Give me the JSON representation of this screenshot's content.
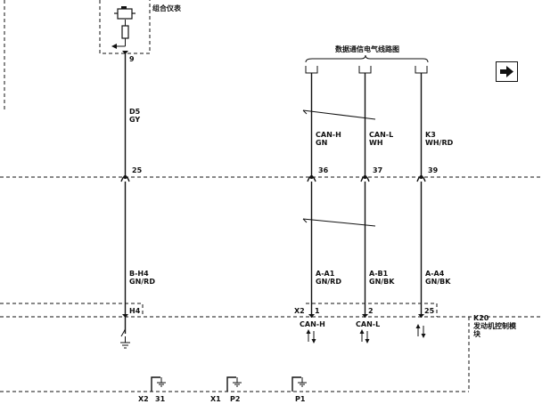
{
  "top_module": {
    "label_top": "",
    "label": "组合仪表",
    "pin": "9"
  },
  "bus_title": "数据通信电气线路图",
  "wires": {
    "d5": {
      "code": "D5",
      "color": "GY"
    },
    "bh4": {
      "code": "B-H4",
      "color": "GN/RD"
    },
    "canh_top": {
      "code": "CAN-H",
      "color": "GN"
    },
    "canl_top": {
      "code": "CAN-L",
      "color": "WH"
    },
    "k3_top": {
      "code": "K3",
      "color": "WH/RD"
    },
    "a1": {
      "code": "A-A1",
      "color": "GN/RD"
    },
    "b1": {
      "code": "A-B1",
      "color": "GN/BK"
    },
    "a4": {
      "code": "A-A4",
      "color": "GN/BK"
    }
  },
  "splices": {
    "s25": "25",
    "s36": "36",
    "s37": "37",
    "s39": "39"
  },
  "bottom_connector": {
    "h4": "H4",
    "x2": "X2",
    "p1": "1",
    "p2": "2",
    "p25": "25",
    "canh": "CAN-H",
    "canl": "CAN-L"
  },
  "ecm": {
    "id": "K20",
    "name_line1": "发动机控制模",
    "name_line2": "块"
  },
  "grounds": {
    "g1_conn": "X2",
    "g1_pin": "31",
    "g2_conn": "X1",
    "g2_pin": "P2",
    "g3_pin": "P1"
  },
  "nav_arrow": "right-arrow-icon"
}
